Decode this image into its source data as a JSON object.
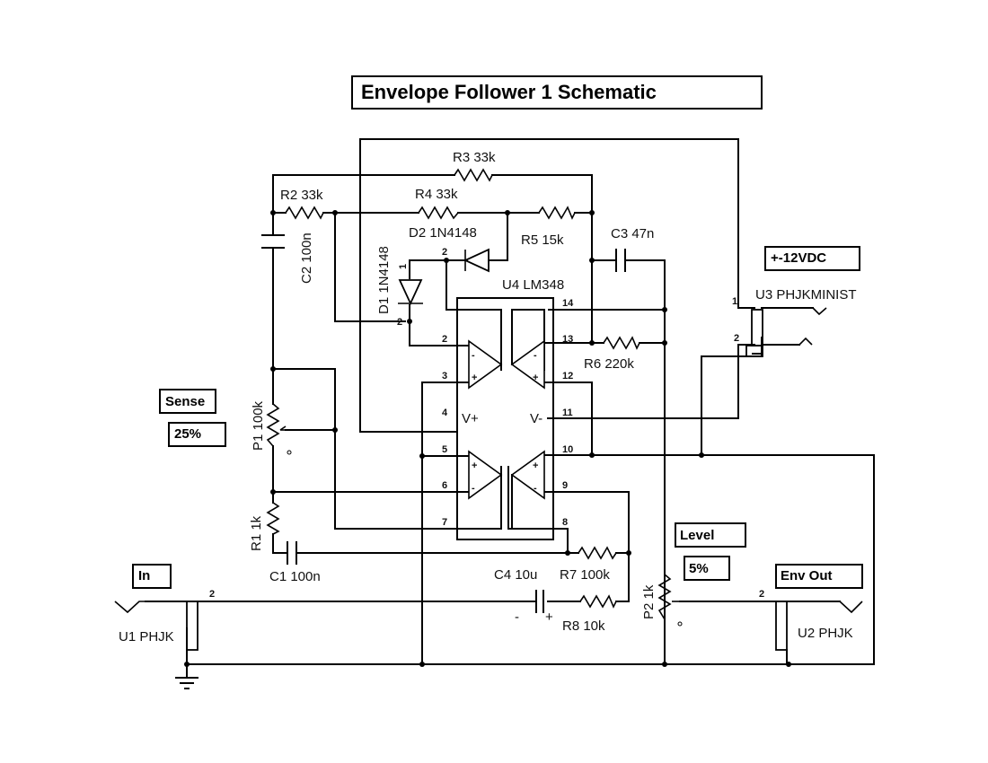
{
  "title": "Envelope Follower 1 Schematic",
  "components": {
    "R1": "R1 1k",
    "R2": "R2 33k",
    "R3": "R3 33k",
    "R4": "R4 33k",
    "R5": "R5 15k",
    "R6": "R6 220k",
    "R7": "R7 100k",
    "R8": "R8 10k",
    "C1": "C1 100n",
    "C2": "C2 100n",
    "C3": "C3 47n",
    "C4": "C4 10u",
    "D1": "D1 1N4148",
    "D2": "D2 1N4148",
    "U1": "U1 PHJK",
    "U2": "U2 PHJK",
    "U3": "U3 PHJKMINIST",
    "U4": "U4 LM348",
    "P1": "P1 100k",
    "P2": "P2 1k"
  },
  "controls": {
    "sense_label": "Sense",
    "sense_value": "25%",
    "level_label": "Level",
    "level_value": "5%",
    "in_label": "In",
    "out_label": "Env Out",
    "power_label": "+-12VDC"
  },
  "ic_pins": {
    "p2": "2",
    "p3": "3",
    "p4": "4",
    "p5": "5",
    "p6": "6",
    "p7": "7",
    "p8": "8",
    "p9": "9",
    "p10": "10",
    "p11": "11",
    "p12": "12",
    "p13": "13",
    "p14": "14",
    "vplus": "V+",
    "vminus": "V-"
  },
  "misc_pins": {
    "d1_1": "1",
    "d1_2": "2",
    "d2_2": "2",
    "u1_2": "2",
    "u2_2": "2",
    "u3_1": "1",
    "u3_2": "2",
    "c4_minus": "-",
    "c4_plus": "+"
  }
}
